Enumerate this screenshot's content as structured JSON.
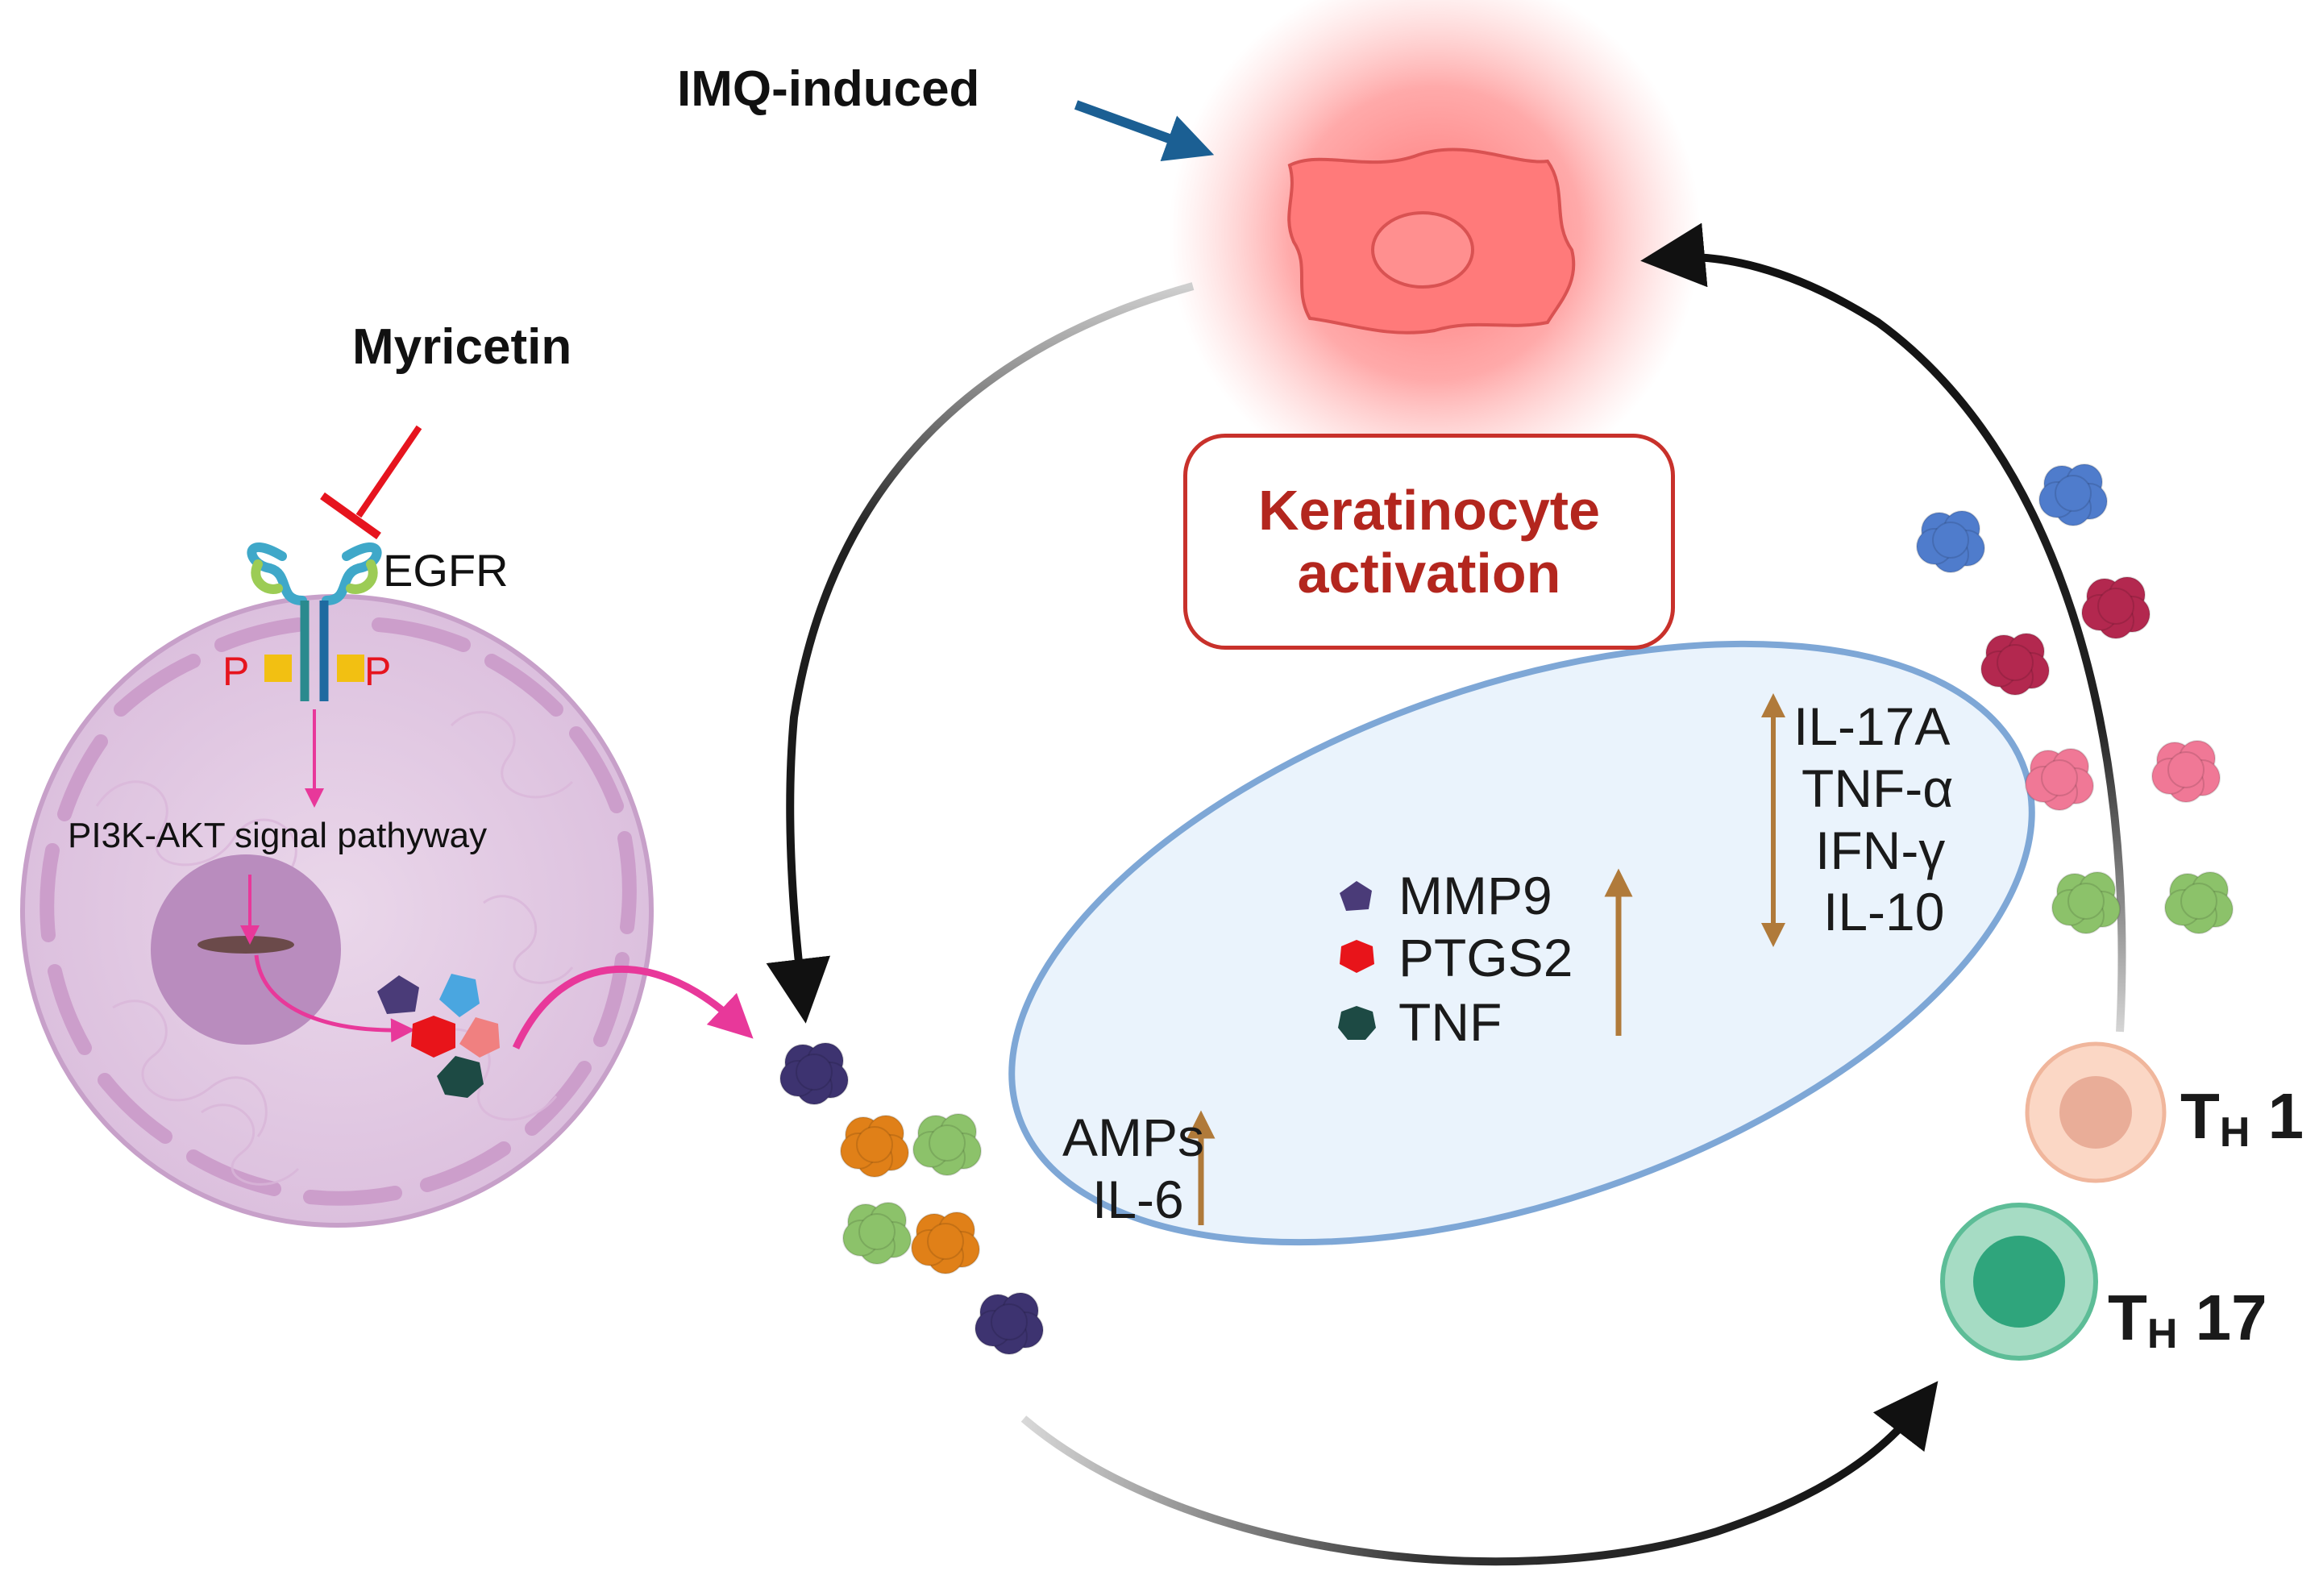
{
  "trigger_label": "IMQ-induced",
  "drug_label": "Myricetin",
  "receptor": {
    "name": "EGFR",
    "phospho_left": "P",
    "phospho_right": "P"
  },
  "pathway_label": "PI3K-AKT signal pathyway",
  "keratinocyte_box": {
    "line1": "Keratinocyte",
    "line2": "activation"
  },
  "targets_legend": [
    {
      "label": "MMP9",
      "color": "#4a3b78",
      "shape": "pentagon"
    },
    {
      "label": "PTGS2",
      "color": "#e8141a",
      "shape": "pentagon"
    },
    {
      "label": "TNF",
      "color": "#1d4a44",
      "shape": "heptagon"
    }
  ],
  "targets_trend": "up",
  "keratinocyte_factors": [
    "AMPs",
    "IL-6"
  ],
  "keratinocyte_factors_trend": "up",
  "t_cell_cytokines": [
    {
      "label": "IL-17A",
      "trend": "up"
    },
    {
      "label": "TNF-α",
      "trend": "up"
    },
    {
      "label": "IFN-γ",
      "trend": "up"
    },
    {
      "label": "IL-10",
      "trend": "down"
    }
  ],
  "t_cells": [
    {
      "main": "T",
      "sub": "H",
      "suffix": "1",
      "color": "#f6c4ae"
    },
    {
      "main": "T",
      "sub": "H",
      "suffix": "17",
      "color": "#9fd9c0"
    }
  ],
  "colors": {
    "trend_arrow": "#b07a3a",
    "inhibition": "#e6141e",
    "signal": "#e8389a",
    "trigger_arrow": "#1b5f93",
    "ellipse_fill": "#eaf3fc",
    "ellipse_stroke": "#7ea7d6",
    "cell_fill": "#e7cfe8",
    "cytokine_blue": "#4f7ccc",
    "cytokine_crimson": "#b3284f",
    "cytokine_pink": "#f07896",
    "cytokine_green": "#8cc26a",
    "cytokine_orange": "#e08018",
    "cytokine_purple": "#3d3370"
  }
}
